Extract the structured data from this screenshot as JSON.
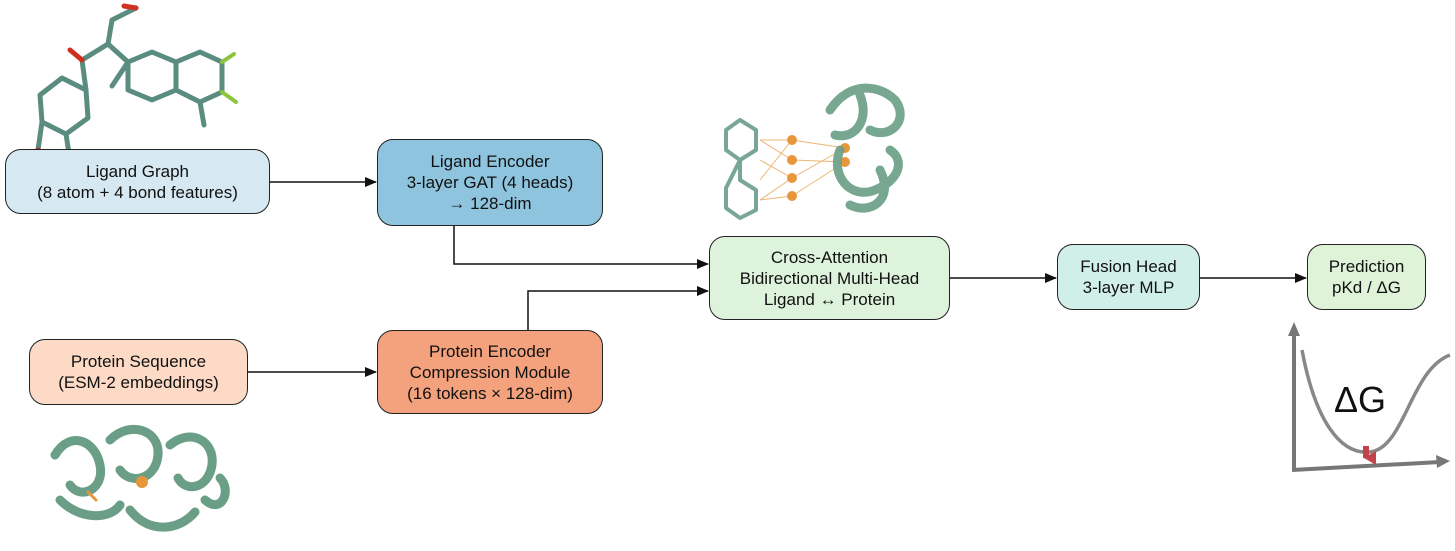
{
  "nodes": {
    "ligand_graph": {
      "line1": "Ligand Graph",
      "line2": "(8 atom + 4 bond features)",
      "fill": "#d6e9f3"
    },
    "ligand_encoder": {
      "line1": "Ligand Encoder",
      "line2": "3-layer GAT (4 heads)",
      "line3": "→ 128-dim",
      "fill": "#8fc4df"
    },
    "protein_sequence": {
      "line1": "Protein Sequence",
      "line2": "(ESM-2 embeddings)",
      "fill": "#fddac6"
    },
    "protein_encoder": {
      "line1": "Protein Encoder",
      "line2": "Compression Module",
      "line3": "(16 tokens × 128-dim)",
      "fill": "#f3a27d"
    },
    "cross_attention": {
      "line1": "Cross-Attention",
      "line2": "Bidirectional Multi-Head",
      "line3": "Ligand ↔ Protein",
      "fill": "#def3dc"
    },
    "fusion_head": {
      "line1": "Fusion Head",
      "line2": "3-layer MLP",
      "fill": "#d1efe9"
    },
    "prediction": {
      "line1": "Prediction",
      "line2": "pKd / ΔG",
      "fill": "#def3d8"
    }
  },
  "energy_plot": {
    "label": "ΔG"
  },
  "colors": {
    "arrow": "#111111",
    "molecule_bond": "#5a8d80",
    "oxygen": "#d03020",
    "halogen": "#8cc43c",
    "protein": "#6a9e86",
    "attention_node": "#e8963a",
    "energy_curve": "#888888",
    "min_marker": "#c0444a"
  }
}
